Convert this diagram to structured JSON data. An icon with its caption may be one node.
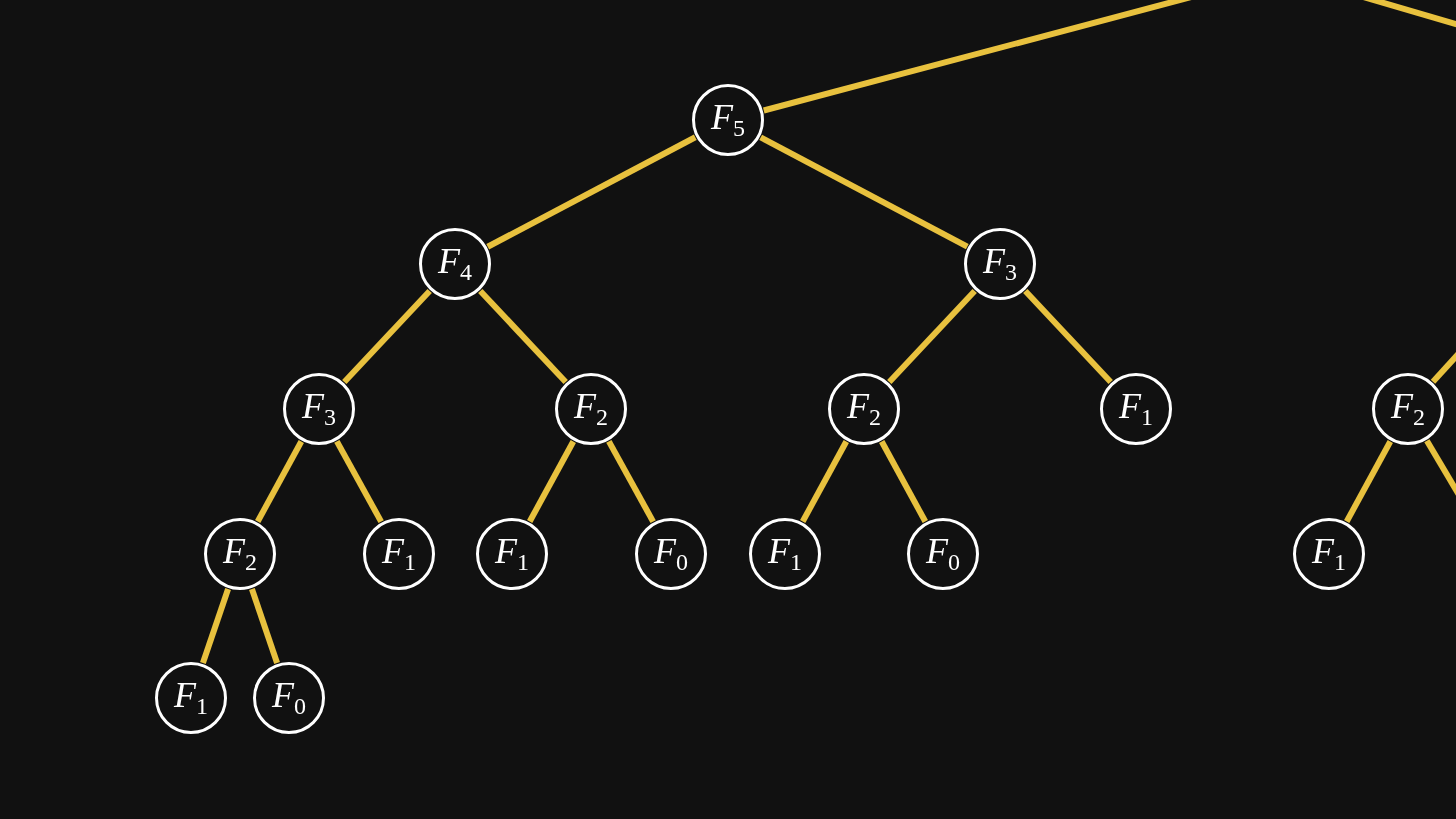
{
  "diagram": {
    "nodes": [
      {
        "text": [
          "*F*$_{5}$"
        ]
      },
      {
        "text": [
          "*F*$_{4}$"
        ]
      },
      {
        "text": [
          "*F*$_{3}$"
        ]
      },
      {
        "text": [
          "*F*$_{3}$"
        ]
      },
      {
        "text": [
          "*F*$_{2}$"
        ]
      },
      {
        "text": [
          "*F*$_{2}$"
        ]
      },
      {
        "text": [
          "*F*$_{1}$"
        ]
      },
      {
        "text": [
          "*F*$_{2}$"
        ]
      },
      {
        "text": [
          "*F*$_{2}$"
        ]
      },
      {
        "text": [
          "*F*$_{1}$"
        ]
      },
      {
        "text": [
          "*F*$_{1}$"
        ]
      },
      {
        "text": [
          "*F*$_{0}$"
        ]
      },
      {
        "text": [
          "*F*$_{1}$"
        ]
      },
      {
        "text": [
          "*F*$_{0}$"
        ]
      },
      {
        "text": [
          "*F*$_{1}$"
        ]
      },
      {
        "text": [
          "*F*$_{1}$"
        ]
      },
      {
        "text": [
          "*F*$_{0}$"
        ]
      }
    ],
    "edges": [
      {
        "from": null,
        "to": 0,
        "arrow": "none"
      },
      {
        "from": 0,
        "to": 1,
        "arrow": "none"
      },
      {
        "from": 0,
        "to": 2,
        "arrow": "none"
      },
      {
        "from": 1,
        "to": 3,
        "arrow": "none"
      },
      {
        "from": 1,
        "to": 4,
        "arrow": "none"
      },
      {
        "from": 2,
        "to": 5,
        "arrow": "none"
      },
      {
        "from": 2,
        "to": 6,
        "arrow": "none"
      },
      {
        "from": null,
        "to": 7,
        "arrow": "none"
      },
      {
        "from": 3,
        "to": 8,
        "arrow": "none"
      },
      {
        "from": 3,
        "to": 9,
        "arrow": "none"
      },
      {
        "from": 4,
        "to": 10,
        "arrow": "none"
      },
      {
        "from": 4,
        "to": 11,
        "arrow": "none"
      },
      {
        "from": 5,
        "to": 12,
        "arrow": "none"
      },
      {
        "from": 5,
        "to": 13,
        "arrow": "none"
      },
      {
        "from": 7,
        "to": 14,
        "arrow": "none"
      },
      {
        "from": 7,
        "to": null,
        "arrow": "none"
      },
      {
        "from": 8,
        "to": 15,
        "arrow": "none"
      },
      {
        "from": 8,
        "to": 16,
        "arrow": "none"
      }
    ]
  }
}
